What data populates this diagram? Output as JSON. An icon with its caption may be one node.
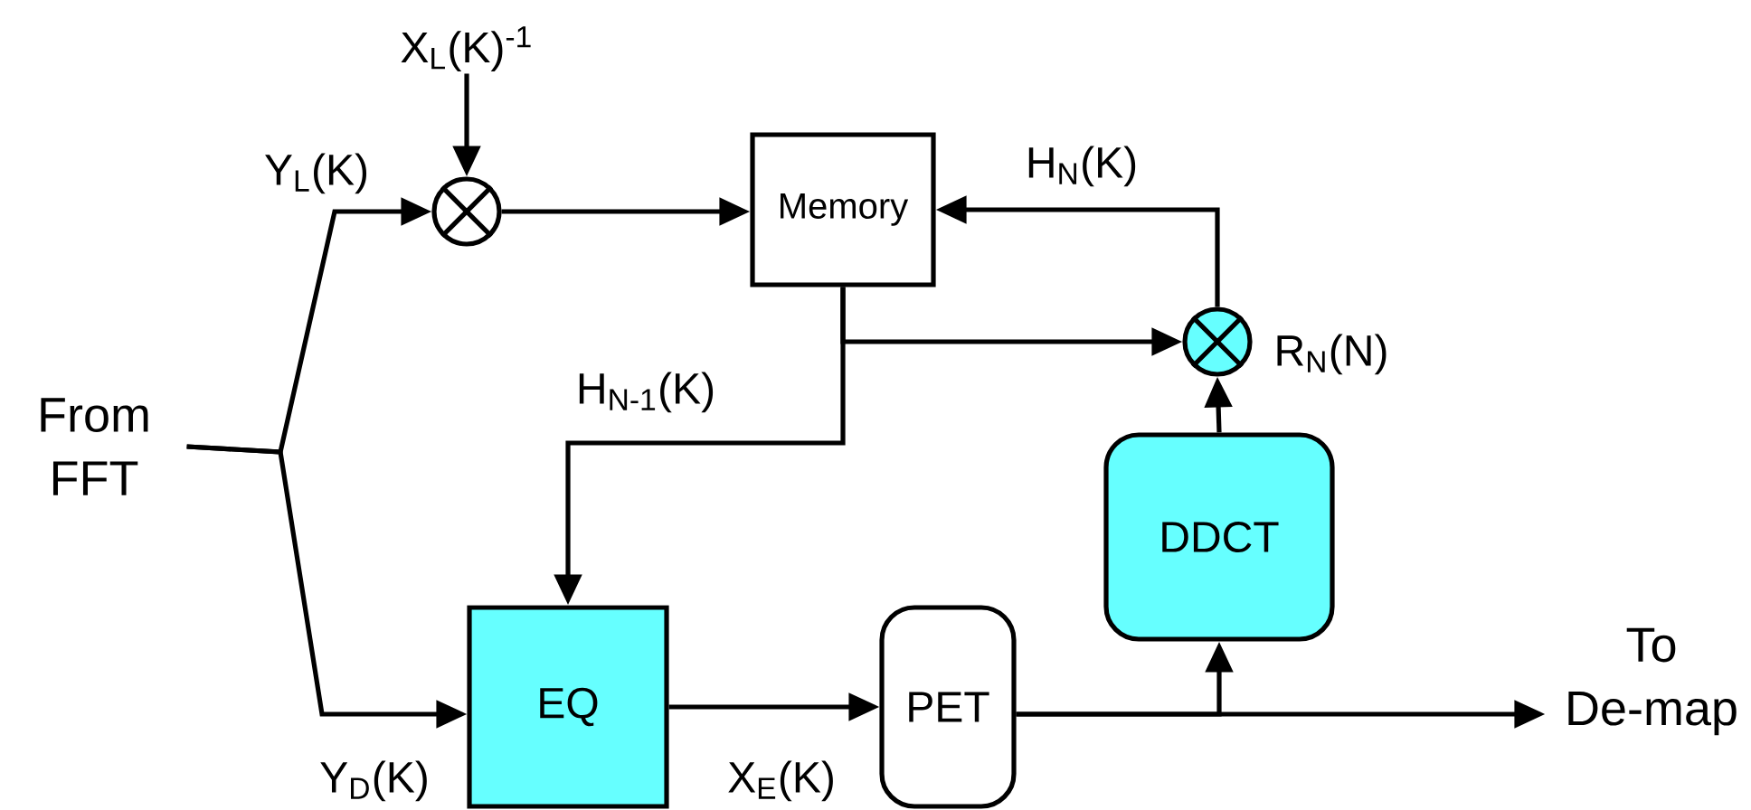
{
  "diagram": {
    "nodes": [
      {
        "text": [
          "From FFT"
        ]
      },
      {
        "text": [
          "X$_{L}$(K)$^{-1}$"
        ]
      },
      {
        "text": [],
        "shape": "circle"
      },
      {
        "text": [
          "Memory"
        ]
      },
      {
        "text": [],
        "shape": "circle",
        "beside": [
          "R$_{N}$(N)"
        ]
      },
      {
        "text": [
          "DDCT"
        ]
      },
      {
        "text": [
          "EQ"
        ]
      },
      {
        "text": [
          "PET"
        ]
      },
      {
        "text": [
          "To De-map"
        ]
      }
    ],
    "edges": [
      {
        "from": 0,
        "to": 2,
        "arrow": "to",
        "label": "Y$_{L}$(K)"
      },
      {
        "from": 0,
        "to": 6,
        "arrow": "to",
        "label": "Y$_{D}$(K)"
      },
      {
        "from": 1,
        "to": 2,
        "arrow": "to"
      },
      {
        "from": 2,
        "to": 3,
        "arrow": "to"
      },
      {
        "from": 3,
        "to": 4,
        "arrow": "to"
      },
      {
        "from": 3,
        "to": 6,
        "arrow": "to",
        "label": "H$_{N-1}$(K)"
      },
      {
        "from": 4,
        "to": 3,
        "arrow": "to",
        "label": "H$_{N}$(K)"
      },
      {
        "from": 5,
        "to": 4,
        "arrow": "to"
      },
      {
        "from": 6,
        "to": 7,
        "arrow": "to",
        "label": "X$_{E}$(K)"
      },
      {
        "from": 7,
        "to": 8,
        "arrow": "to"
      },
      {
        "from": 7,
        "to": 5,
        "arrow": "to"
      }
    ]
  }
}
